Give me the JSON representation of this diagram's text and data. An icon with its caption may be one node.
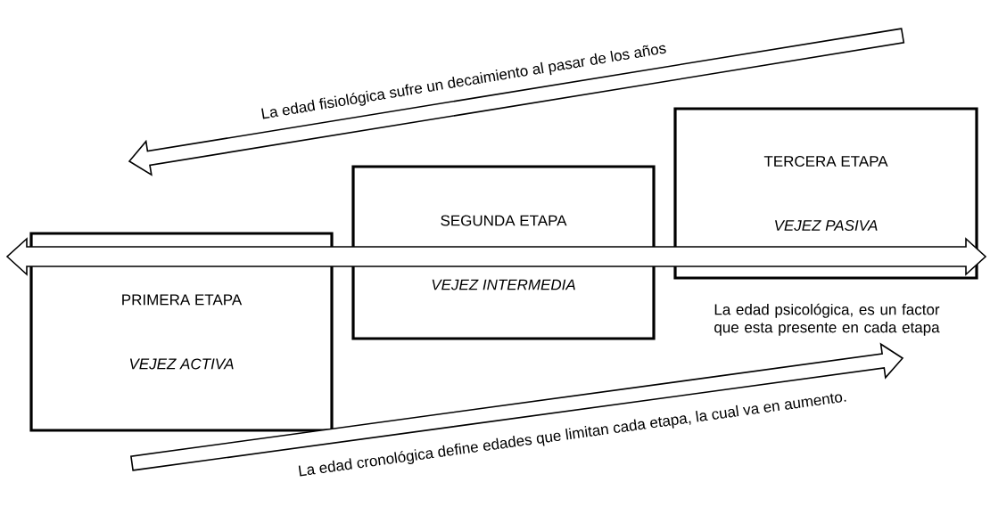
{
  "diagram": {
    "nodes": [
      {
        "text": [
          "PRIMERA ETAPA",
          "VEJEZ ACTIVA"
        ]
      },
      {
        "text": [
          "SEGUNDA ETAPA",
          "VEJEZ INTERMEDIA"
        ]
      },
      {
        "text": [
          "TERCERA ETAPA",
          "VEJEZ PASIVA"
        ]
      }
    ],
    "labels": [
      "La edad fisiológica sufre un decaimiento al pasar de los años",
      "La edad psicológica, es un factor que esta presente en cada etapa",
      "La edad cronológica define edades que limitan cada etapa, la cual va en aumento."
    ]
  }
}
